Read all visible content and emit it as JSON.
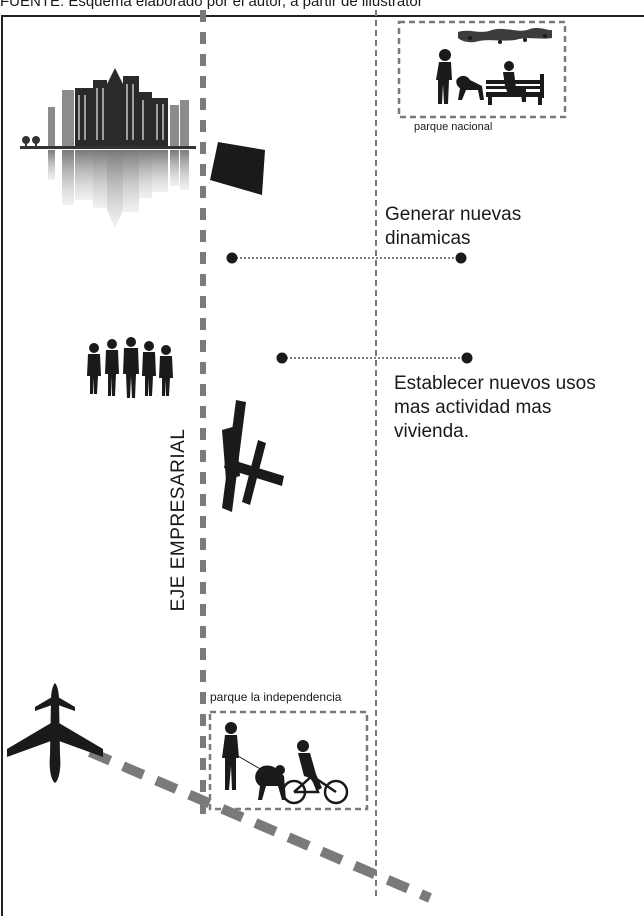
{
  "header": {
    "source_caption": "FUENTE: Esquema elaborado por el autor, a partir de illustrator"
  },
  "labels": {
    "generar": "Generar nuevas\ndinamicas",
    "establecer": "Establecer nuevos usos\nmas actividad mas\nvivienda.",
    "parque_nacional": "parque nacional",
    "parque_independencia": "parque la independencia",
    "eje_empresarial": "EJE EMPRESARIAL"
  },
  "colors": {
    "axis_gray": "#7a7a7a",
    "silhouette": "#1a1a1a",
    "frame": "#222222"
  },
  "icons": [
    "city-skyline-icon",
    "building-block-icon",
    "business-people-icon",
    "plaza-block-icon",
    "airplane-icon",
    "park-bench-icon",
    "dog-walker-icon",
    "cyclist-icon"
  ]
}
